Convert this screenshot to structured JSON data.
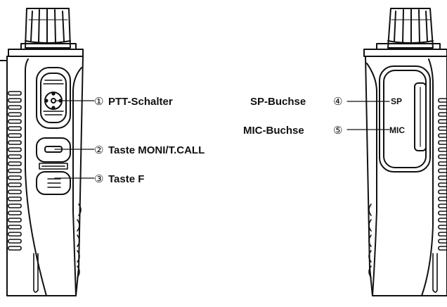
{
  "left_view": {
    "callouts": [
      {
        "number": "①",
        "label": "PTT-Schalter"
      },
      {
        "number": "②",
        "label": "Taste MONI/T.CALL"
      },
      {
        "number": "③",
        "label": "Taste F"
      }
    ]
  },
  "right_view": {
    "callouts": [
      {
        "number": "④",
        "label": "SP-Buchse"
      },
      {
        "number": "⑤",
        "label": "MIC-Buchse"
      }
    ],
    "jack_labels": {
      "sp": "SP",
      "mic": "MIC"
    }
  }
}
